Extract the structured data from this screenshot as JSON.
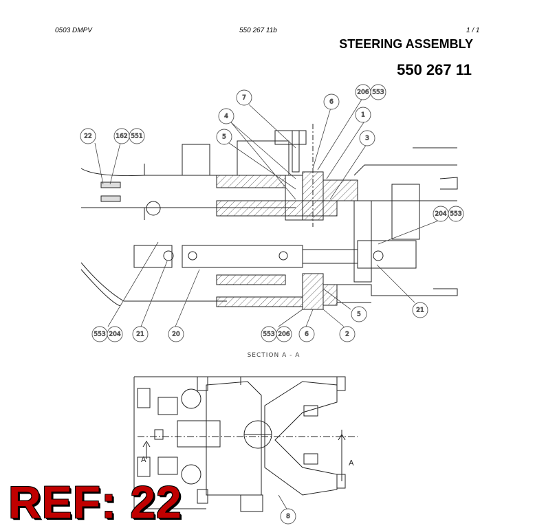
{
  "header": {
    "left": "0503 DMPV",
    "center": "550 267 11b",
    "right": "1 /  1"
  },
  "title": "STEERING ASSEMBLY",
  "part_number": "550 267 11",
  "section_label": "SECTION A - A",
  "section_marker": "A",
  "ref_label": "REF: 22",
  "callouts": {
    "c7": "7",
    "c6a": "6",
    "c206a": "206",
    "c553a": "553",
    "c4": "4",
    "c1": "1",
    "c22": "22",
    "c162": "162",
    "c551": "551",
    "c5a": "5",
    "c3": "3",
    "c204a": "204",
    "c553b": "553",
    "c5b": "5",
    "c21a": "21",
    "c553c": "553",
    "c204b": "204",
    "c21b": "21",
    "c20": "20",
    "c553d": "553",
    "c206b": "206",
    "c6b": "6",
    "c2": "2",
    "c8": "8"
  }
}
